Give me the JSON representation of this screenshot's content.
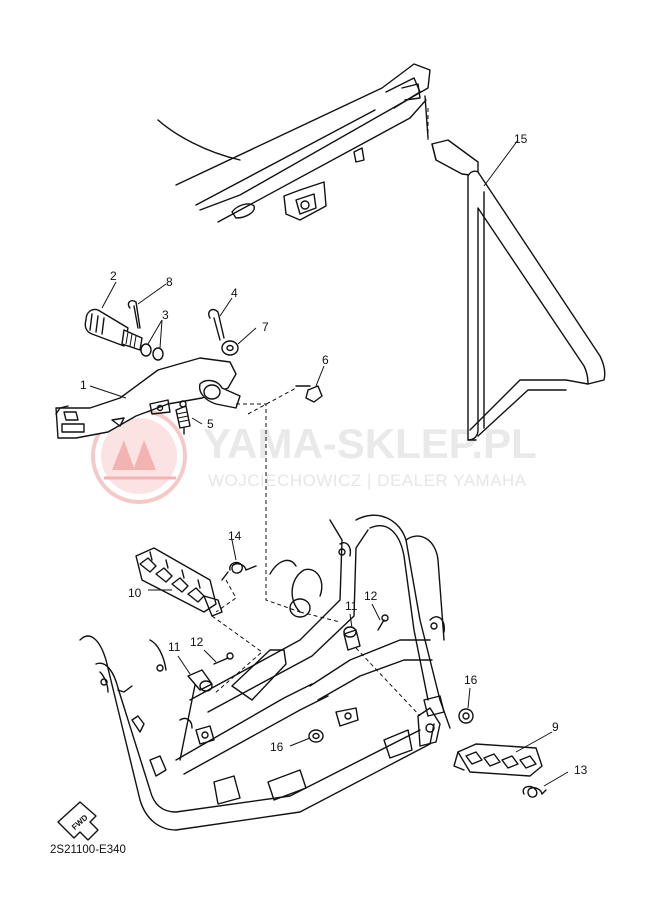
{
  "diagram": {
    "part_code": "2S21100-E340",
    "fwd_label": "FWD",
    "watermark": {
      "title": "YAMA-SKLEP.PL",
      "subtitle": "WOJCIECHOWICZ | DEALER YAMAHA"
    },
    "callouts": [
      "1",
      "2",
      "3",
      "4",
      "5",
      "6",
      "7",
      "8",
      "9",
      "10",
      "11",
      "11",
      "12",
      "12",
      "13",
      "14",
      "15",
      "16",
      "16"
    ]
  }
}
